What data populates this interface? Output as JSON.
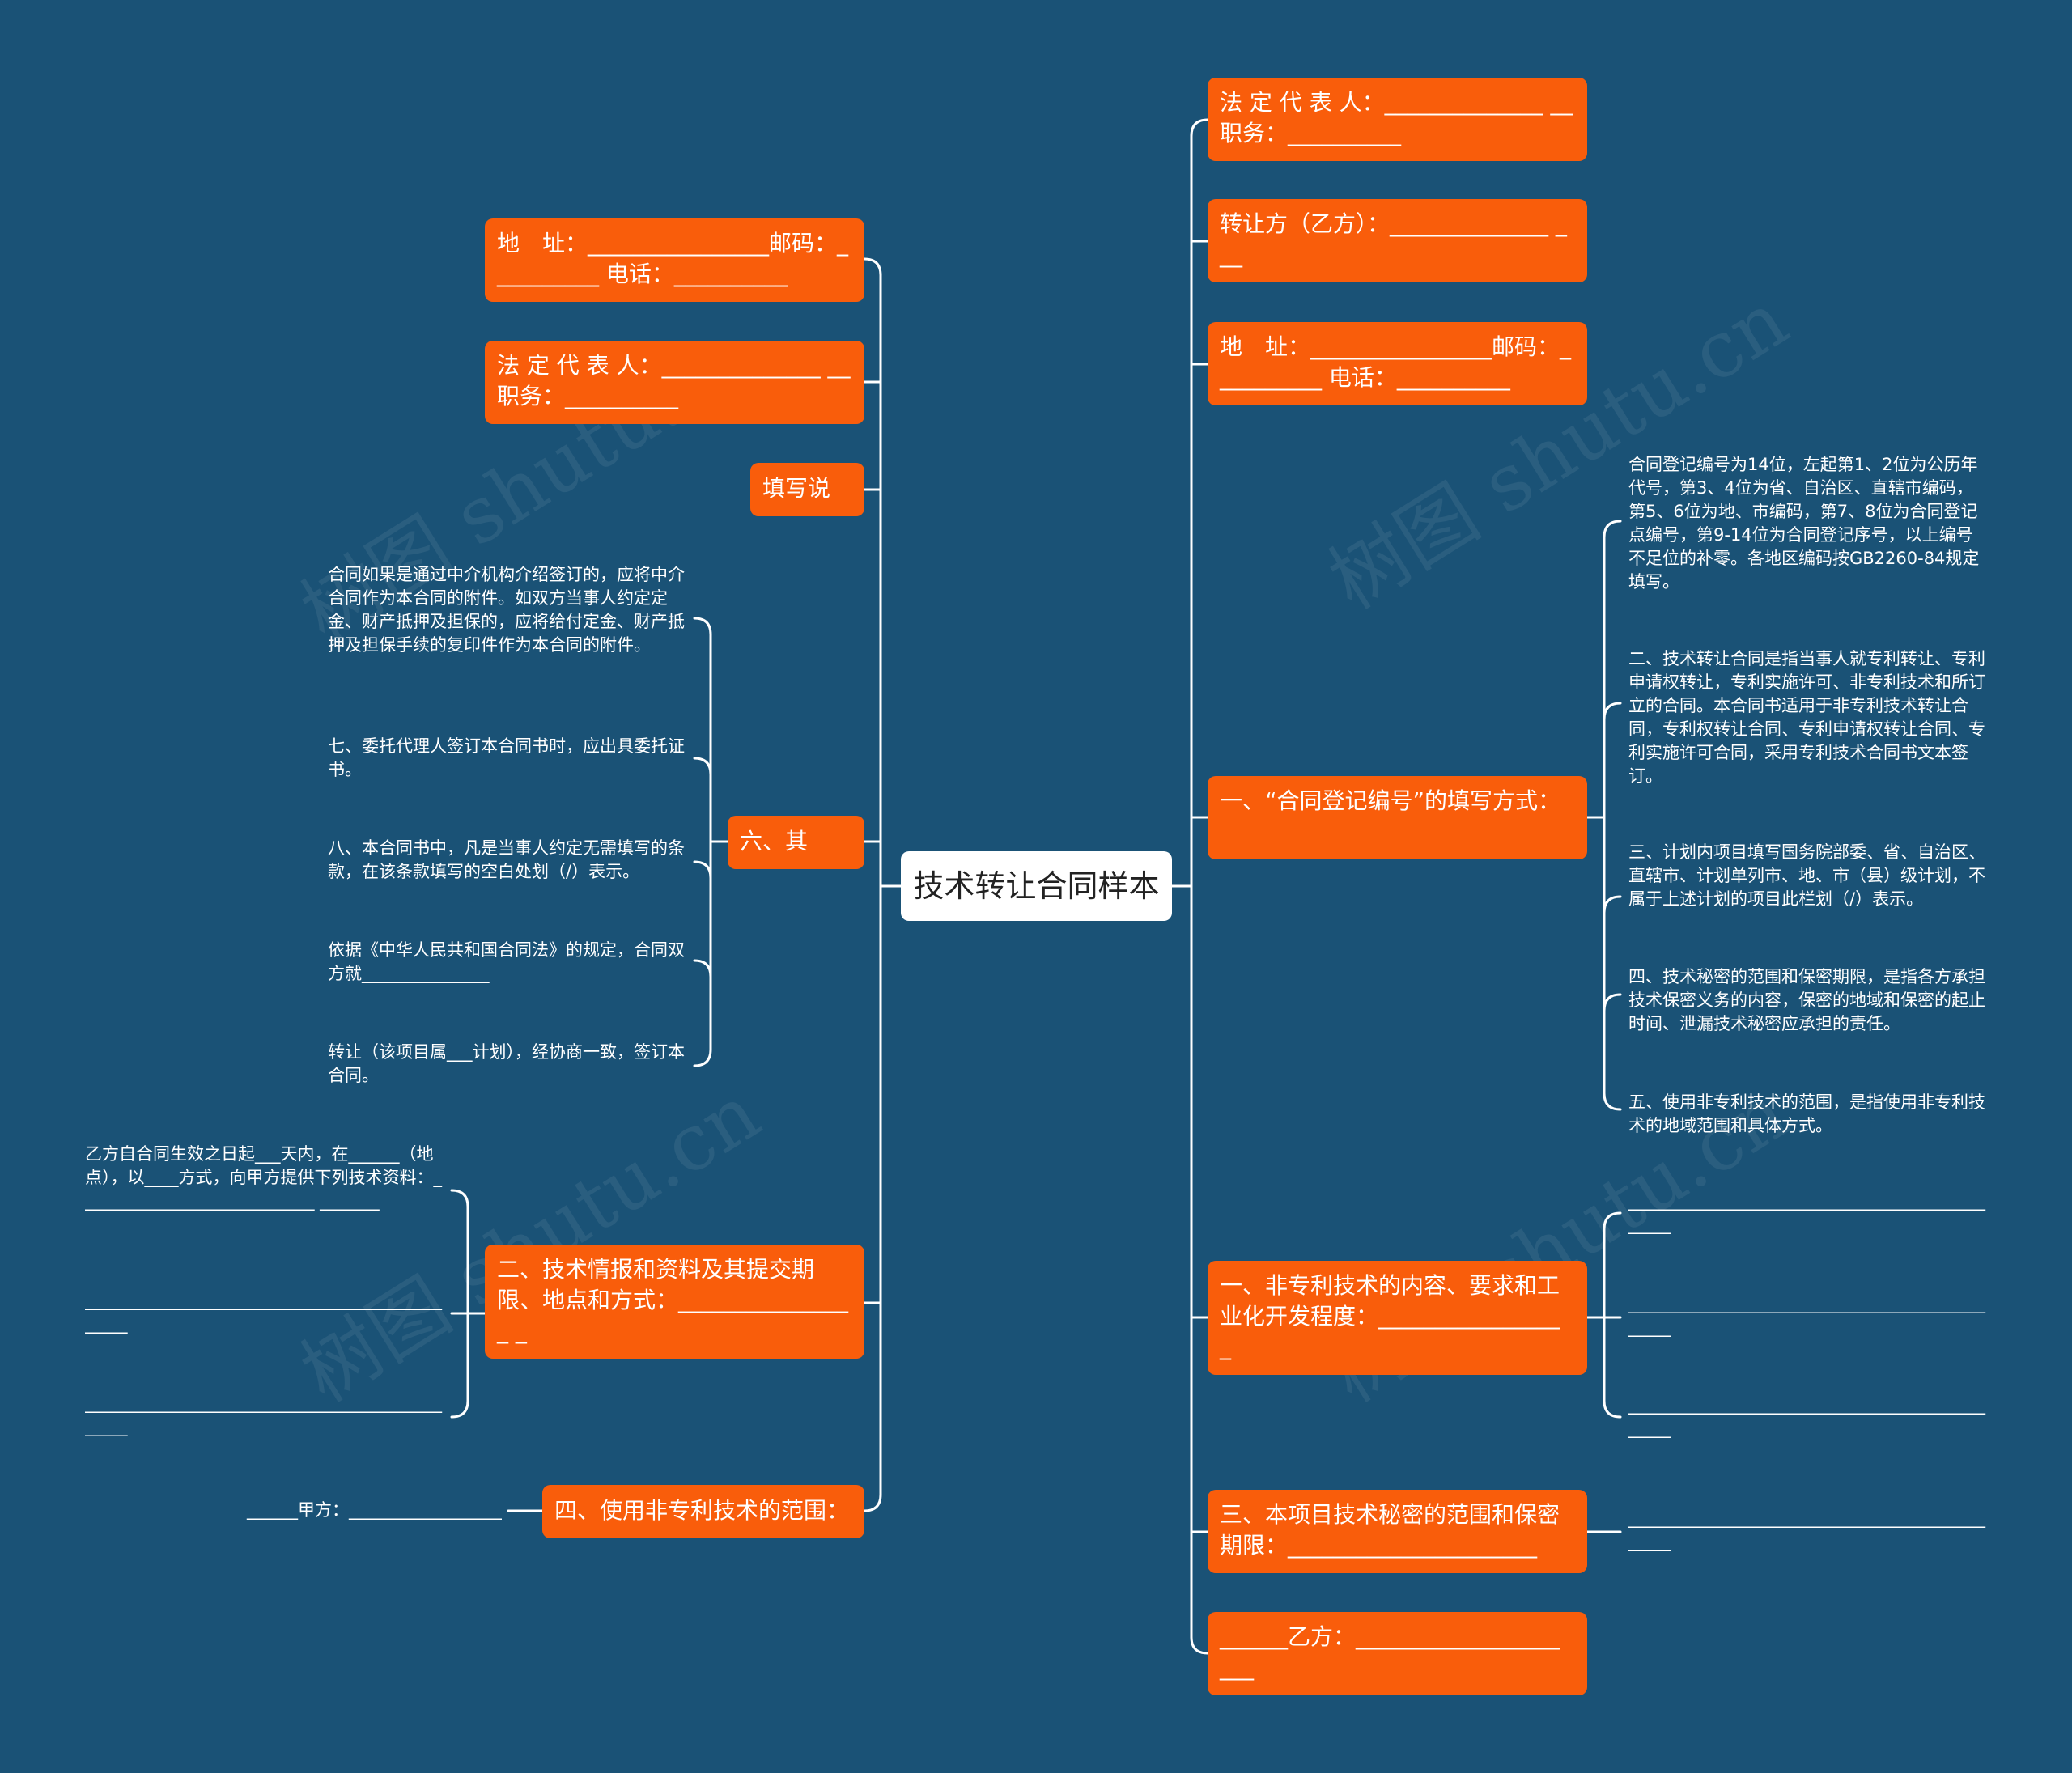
{
  "root": {
    "label": "技术转让合同样本"
  },
  "left": {
    "address": "地　址：________________邮码：__________ 电话：__________",
    "legal_rep": "法 定 代 表 人：______________ __职务：__________",
    "fill_note": "填写说明",
    "other": "六、其他：",
    "other_items": [
      "合同如果是通过中介机构介绍签订的，应将中介合同作为本合同的附件。如双方当事人约定定金、财产抵押及担保的，应将给付定金、财产抵押及担保手续的复印件作为本合同的附件。",
      "七、委托代理人签订本合同书时，应出具委托证书。",
      "八、本合同书中，凡是当事人约定无需填写的条款，在该条款填写的空白处划（/）表示。",
      "依据《中华人民共和国合同法》的规定，合同双方就_______________",
      "转让（该项目属___计划），经协商一致，签订本合同。"
    ],
    "tech_info": "二、技术情报和资料及其提交期限、地点和方式：________________ _",
    "tech_info_items": [
      "乙方自合同生效之日起___天内，在______（地点），以____方式，向甲方提供下列技术资料：____________________________ _______",
      "_______________________________________________",
      "_______________________________________________"
    ],
    "scope": "四、使用非专利技术的范围：",
    "scope_items": [
      "______甲方：__________________"
    ]
  },
  "right": {
    "legal_rep": "法 定 代 表 人：______________ __职务：__________",
    "transferee": "转让方（乙方）：______________ ___",
    "address": "地　址：________________邮码：__________ 电话：__________",
    "reg_no": "一、“合同登记编号”的填写方式：",
    "reg_no_items": [
      "合同登记编号为14位，左起第1、2位为公历年代号，第3、4位为省、自治区、直辖市编码，第5、6位为地、市编码，第7、8位为合同登记点编号，第9-14位为合同登记序号，以上编号不足位的补零。各地区编码按GB2260-84规定填写。",
      "二、技术转让合同是指当事人就专利转让、专利申请权转让，专利实施许可、非专利技术和所订立的合同。本合同书适用于非专利技术转让合同，专利权转让合同、专利申请权转让合同、专利实施许可合同，采用专利技术合同书文本签订。",
      "三、计划内项目填写国务院部委、省、自治区、直辖市、计划单列市、地、市（县）级计划，不属于上述计划的项目此栏划（/）表示。",
      "四、技术秘密的范围和保密期限，是指各方承担技术保密义务的内容，保密的地域和保密的起止时间、泄漏技术秘密应承担的责任。",
      "五、使用非专利技术的范围，是指使用非专利技术的地域范围和具体方式。"
    ],
    "content": "一、非专利技术的内容、要求和工业化开发程度：________________ _",
    "content_items": [
      "_______________________________________________",
      "_______________________________________________",
      "_______________________________________________"
    ],
    "secret": "三、本项目技术秘密的范围和保密期限：______________________",
    "secret_items": [
      "_______________________________________________"
    ],
    "party_b": "______乙方：__________________ ___"
  },
  "watermark": "树图 shutu.cn",
  "colors": {
    "background": "#1a5276",
    "node": "#f95d0b",
    "line": "#ffffff",
    "root": "#ffffff"
  }
}
